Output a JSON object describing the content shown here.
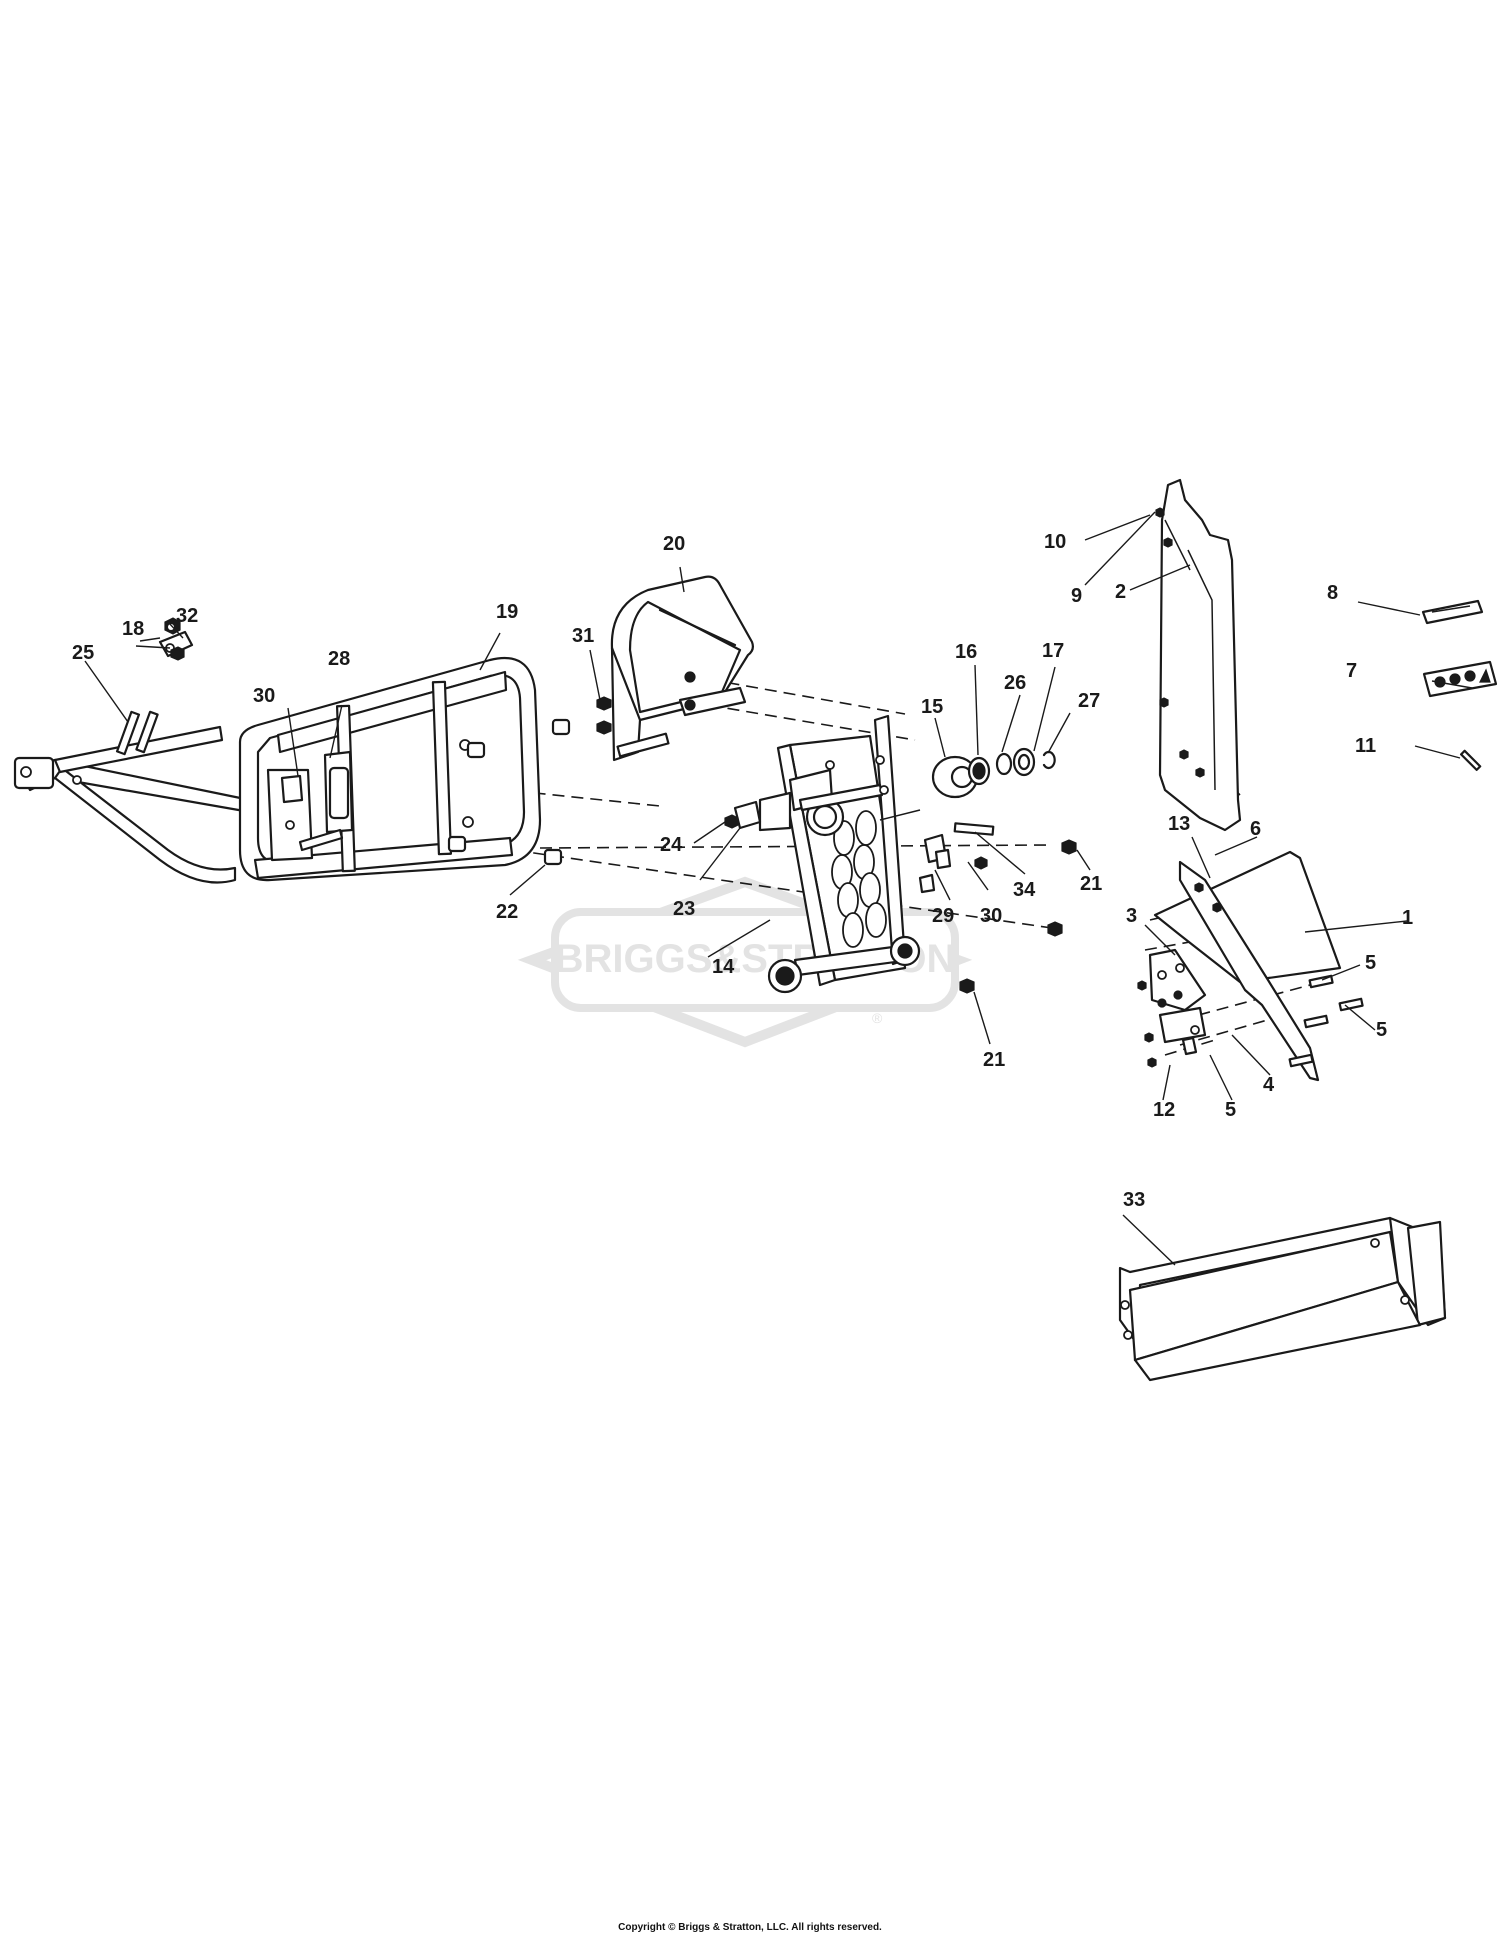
{
  "watermark": {
    "text": "BRIGGS&STRATTON",
    "registered_mark": "®",
    "color": "#e3e3e3"
  },
  "callouts": [
    {
      "id": "c1",
      "label": "1"
    },
    {
      "id": "c2",
      "label": "2"
    },
    {
      "id": "c3",
      "label": "3"
    },
    {
      "id": "c4",
      "label": "4"
    },
    {
      "id": "c5a",
      "label": "5"
    },
    {
      "id": "c5b",
      "label": "5"
    },
    {
      "id": "c5c",
      "label": "5"
    },
    {
      "id": "c6",
      "label": "6"
    },
    {
      "id": "c7",
      "label": "7"
    },
    {
      "id": "c8",
      "label": "8"
    },
    {
      "id": "c9",
      "label": "9"
    },
    {
      "id": "c10",
      "label": "10"
    },
    {
      "id": "c11",
      "label": "11"
    },
    {
      "id": "c12",
      "label": "12"
    },
    {
      "id": "c13",
      "label": "13"
    },
    {
      "id": "c14",
      "label": "14"
    },
    {
      "id": "c15",
      "label": "15"
    },
    {
      "id": "c16",
      "label": "16"
    },
    {
      "id": "c17",
      "label": "17"
    },
    {
      "id": "c18",
      "label": "18"
    },
    {
      "id": "c19",
      "label": "19"
    },
    {
      "id": "c20",
      "label": "20"
    },
    {
      "id": "c21a",
      "label": "21"
    },
    {
      "id": "c21b",
      "label": "21"
    },
    {
      "id": "c22",
      "label": "22"
    },
    {
      "id": "c23",
      "label": "23"
    },
    {
      "id": "c24",
      "label": "24"
    },
    {
      "id": "c25",
      "label": "25"
    },
    {
      "id": "c26",
      "label": "26"
    },
    {
      "id": "c27",
      "label": "27"
    },
    {
      "id": "c28",
      "label": "28"
    },
    {
      "id": "c29",
      "label": "29"
    },
    {
      "id": "c30a",
      "label": "30"
    },
    {
      "id": "c30b",
      "label": "30"
    },
    {
      "id": "c31",
      "label": "31"
    },
    {
      "id": "c32",
      "label": "32"
    },
    {
      "id": "c33",
      "label": "33"
    },
    {
      "id": "c34",
      "label": "34"
    }
  ],
  "copyright": "Copyright © Briggs & Stratton, LLC. All rights reserved."
}
